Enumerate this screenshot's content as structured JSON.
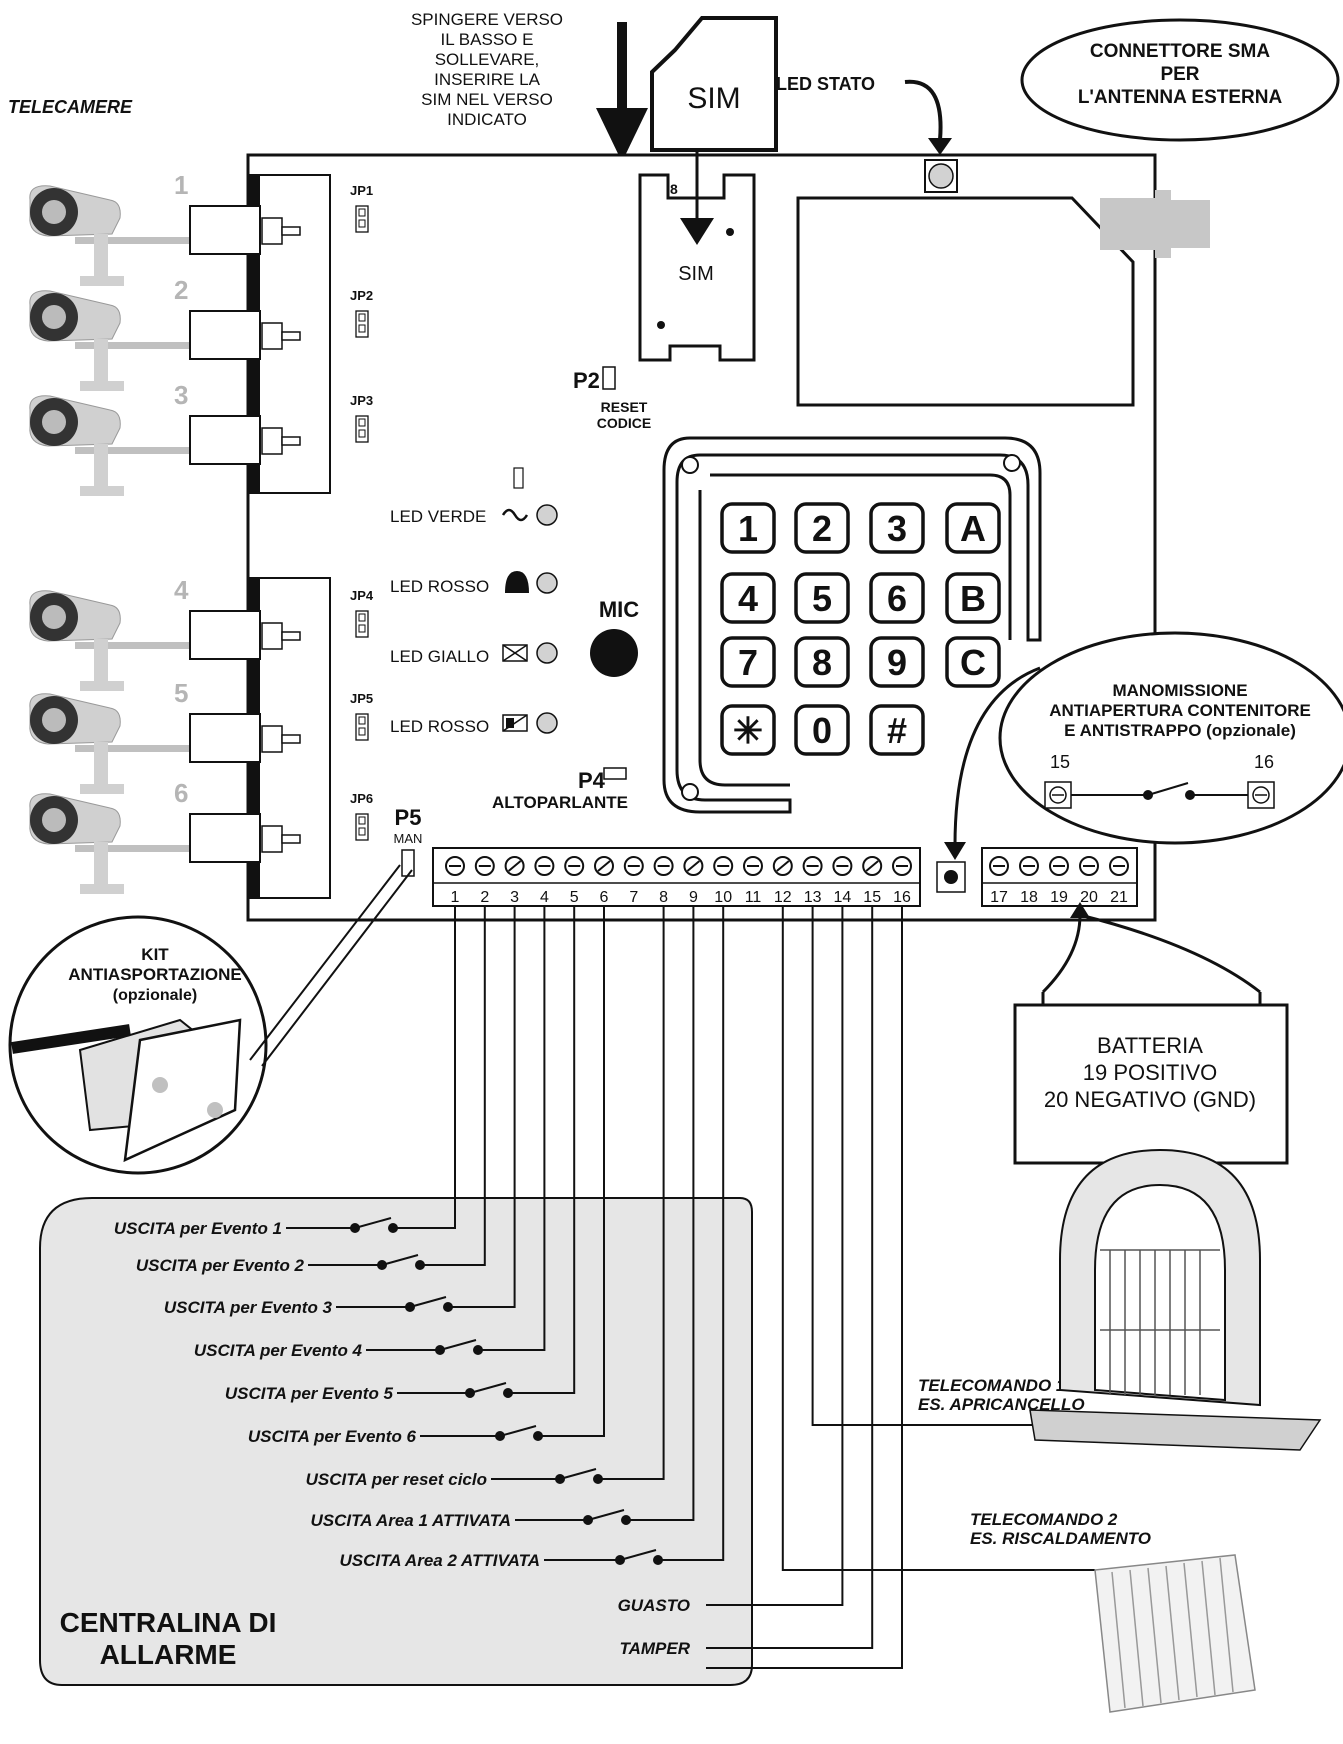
{
  "header": {
    "cameras_title": "TELECAMERE",
    "sim_instructions": [
      "SPINGERE VERSO",
      "IL BASSO E",
      "SOLLEVARE,",
      "INSERIRE LA",
      "SIM NEL VERSO",
      "INDICATO"
    ],
    "sim_card_label": "SIM",
    "sim_slot_label": "SIM",
    "sim_slot_pin": "8",
    "led_stato": "LED STATO",
    "sma_bubble": [
      "CONNETTORE SMA",
      "PER",
      "L'ANTENNA ESTERNA"
    ]
  },
  "cameras": [
    {
      "num": "1",
      "jumper": "JP1"
    },
    {
      "num": "2",
      "jumper": "JP2"
    },
    {
      "num": "3",
      "jumper": "JP3"
    },
    {
      "num": "4",
      "jumper": "JP4"
    },
    {
      "num": "5",
      "jumper": "JP5"
    },
    {
      "num": "6",
      "jumper": "JP6"
    }
  ],
  "board": {
    "p2_label": "P2",
    "p2_caption": [
      "RESET",
      "CODICE"
    ],
    "leds": [
      "LED VERDE",
      "LED ROSSO",
      "LED GIALLO",
      "LED ROSSO"
    ],
    "mic_label": "MIC",
    "p4_label": "P4",
    "p4_caption": "ALTOPARLANTE",
    "p5_label": "P5",
    "p5_caption": "MAN",
    "keypad": [
      "1",
      "2",
      "3",
      "A",
      "4",
      "5",
      "6",
      "B",
      "7",
      "8",
      "9",
      "C",
      "✳",
      "0",
      "#"
    ],
    "terminals_main": [
      "1",
      "2",
      "3",
      "4",
      "5",
      "6",
      "7",
      "8",
      "9",
      "10",
      "11",
      "12",
      "13",
      "14",
      "15",
      "16"
    ],
    "terminals_aux": [
      "17",
      "18",
      "19",
      "20",
      "21"
    ]
  },
  "tamper": {
    "lines": [
      "MANOMISSIONE",
      "ANTIAPERTURA CONTENITORE",
      "E ANTISTRAPPO (opzionale)"
    ],
    "left_num": "15",
    "right_num": "16"
  },
  "battery": {
    "lines": [
      "BATTERIA",
      "19  POSITIVO",
      "20 NEGATIVO (GND)"
    ]
  },
  "kit": {
    "lines": [
      "KIT",
      "ANTIASPORTAZIONE",
      "(opzionale)"
    ]
  },
  "alarm_panel": {
    "outputs": [
      "USCITA per Evento 1",
      "USCITA per Evento 2",
      "USCITA per Evento 3",
      "USCITA per Evento 4",
      "USCITA per Evento 5",
      "USCITA per Evento 6",
      "USCITA per reset ciclo",
      "USCITA Area 1 ATTIVATA",
      "USCITA Area 2 ATTIVATA"
    ],
    "guasto": "GUASTO",
    "tamper": "TAMPER",
    "title": [
      "CENTRALINA DI",
      "ALLARME"
    ]
  },
  "remote1": [
    "TELECOMANDO 1",
    "ES. APRICANCELLO"
  ],
  "remote2": [
    "TELECOMANDO 2",
    "ES. RISCALDAMENTO"
  ]
}
